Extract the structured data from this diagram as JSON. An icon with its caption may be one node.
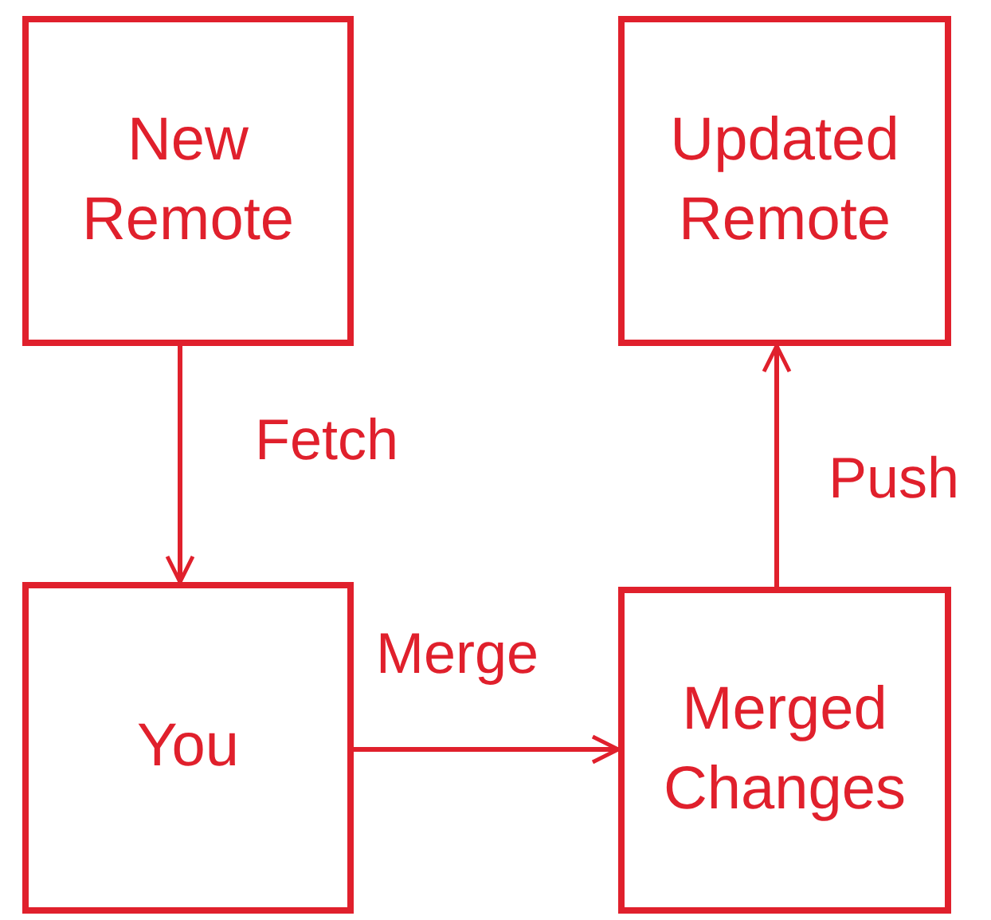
{
  "diagram": {
    "nodes": [
      {
        "text": [
          "New Remote"
        ]
      },
      {
        "text": [
          "Updated Remote"
        ]
      },
      {
        "text": [
          "You"
        ]
      },
      {
        "text": [
          "Merged Changes"
        ]
      }
    ],
    "edges": [
      {
        "from": 0,
        "to": 2,
        "arrow": "to",
        "label": "Fetch"
      },
      {
        "from": 2,
        "to": 3,
        "arrow": "to",
        "label": "Merge"
      },
      {
        "from": 3,
        "to": 1,
        "arrow": "to",
        "label": "Push"
      }
    ]
  }
}
